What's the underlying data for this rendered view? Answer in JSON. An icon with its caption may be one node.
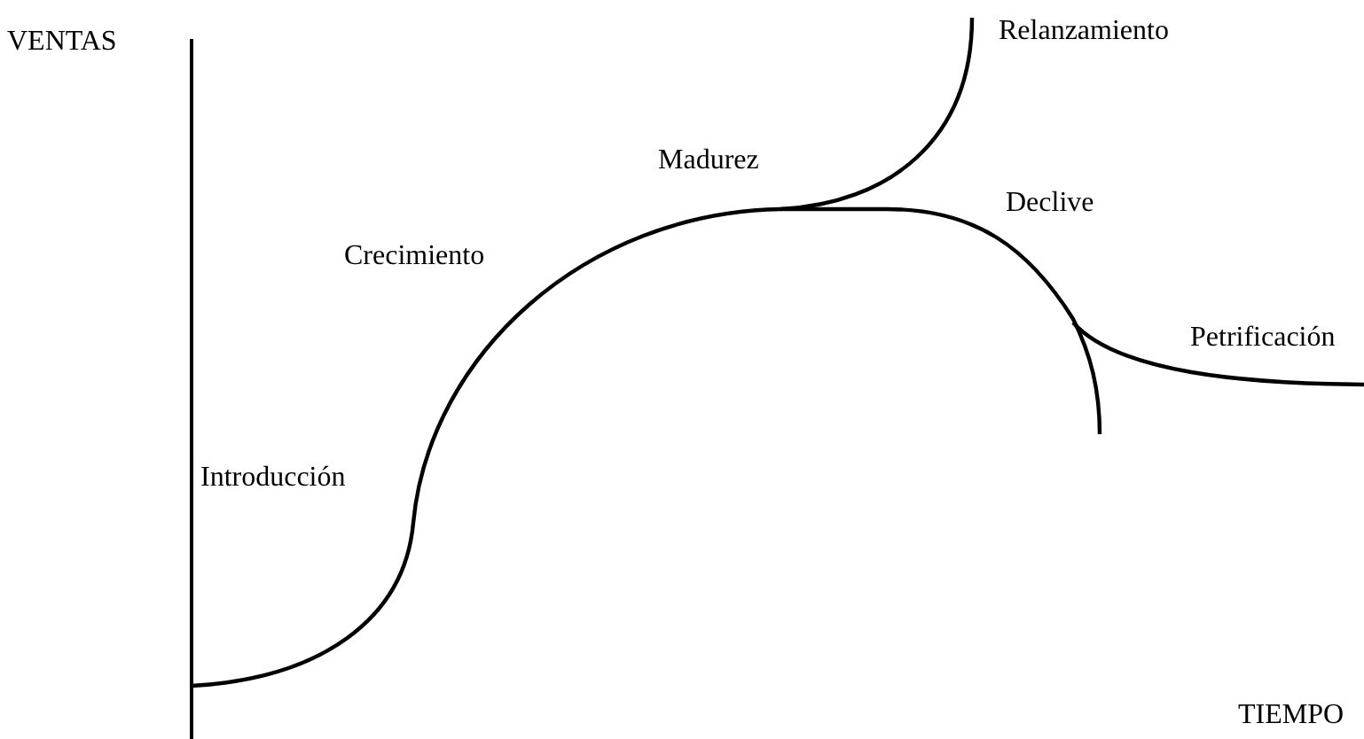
{
  "diagram": {
    "labels": [
      "VENTAS",
      "Relanzamiento",
      "Madurez",
      "Declive",
      "Crecimiento",
      "Petrificación",
      "Introducción",
      "TIEMPO"
    ]
  }
}
